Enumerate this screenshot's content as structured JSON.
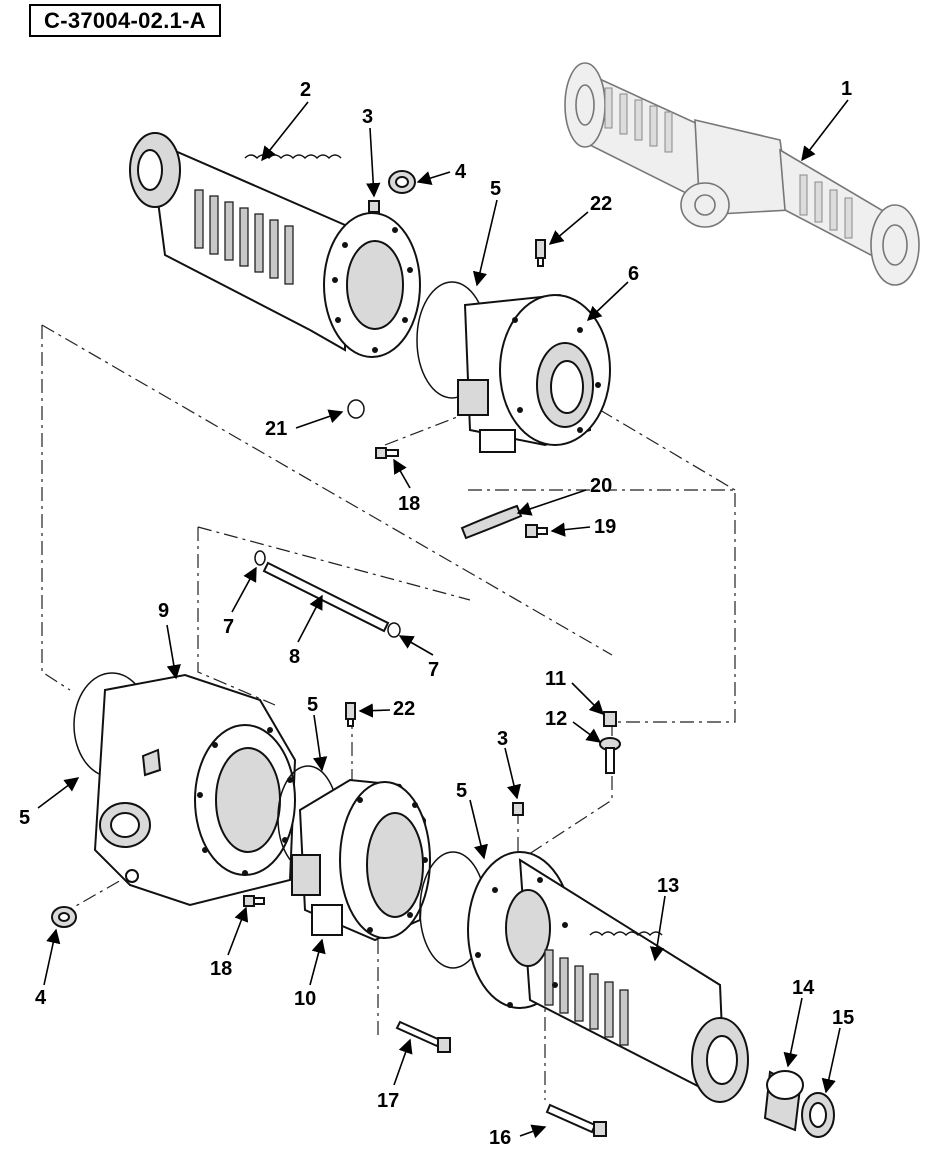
{
  "figure_id": "C-37004-02.1-A",
  "callouts": [
    {
      "id": "c1",
      "text": "1"
    },
    {
      "id": "c2",
      "text": "2"
    },
    {
      "id": "c3a",
      "text": "3"
    },
    {
      "id": "c4a",
      "text": "4"
    },
    {
      "id": "c5a",
      "text": "5"
    },
    {
      "id": "c22a",
      "text": "22"
    },
    {
      "id": "c6",
      "text": "6"
    },
    {
      "id": "c21",
      "text": "21"
    },
    {
      "id": "c18a",
      "text": "18"
    },
    {
      "id": "c20",
      "text": "20"
    },
    {
      "id": "c19",
      "text": "19"
    },
    {
      "id": "c7a",
      "text": "7"
    },
    {
      "id": "c8",
      "text": "8"
    },
    {
      "id": "c7b",
      "text": "7"
    },
    {
      "id": "c9",
      "text": "9"
    },
    {
      "id": "c5b",
      "text": "5"
    },
    {
      "id": "c22b",
      "text": "22"
    },
    {
      "id": "c11",
      "text": "11"
    },
    {
      "id": "c12",
      "text": "12"
    },
    {
      "id": "c3b",
      "text": "3"
    },
    {
      "id": "c5c",
      "text": "5"
    },
    {
      "id": "c5d",
      "text": "5"
    },
    {
      "id": "c13",
      "text": "13"
    },
    {
      "id": "c4b",
      "text": "4"
    },
    {
      "id": "c18b",
      "text": "18"
    },
    {
      "id": "c10",
      "text": "10"
    },
    {
      "id": "c14",
      "text": "14"
    },
    {
      "id": "c15",
      "text": "15"
    },
    {
      "id": "c17",
      "text": "17"
    },
    {
      "id": "c16",
      "text": "16"
    }
  ]
}
